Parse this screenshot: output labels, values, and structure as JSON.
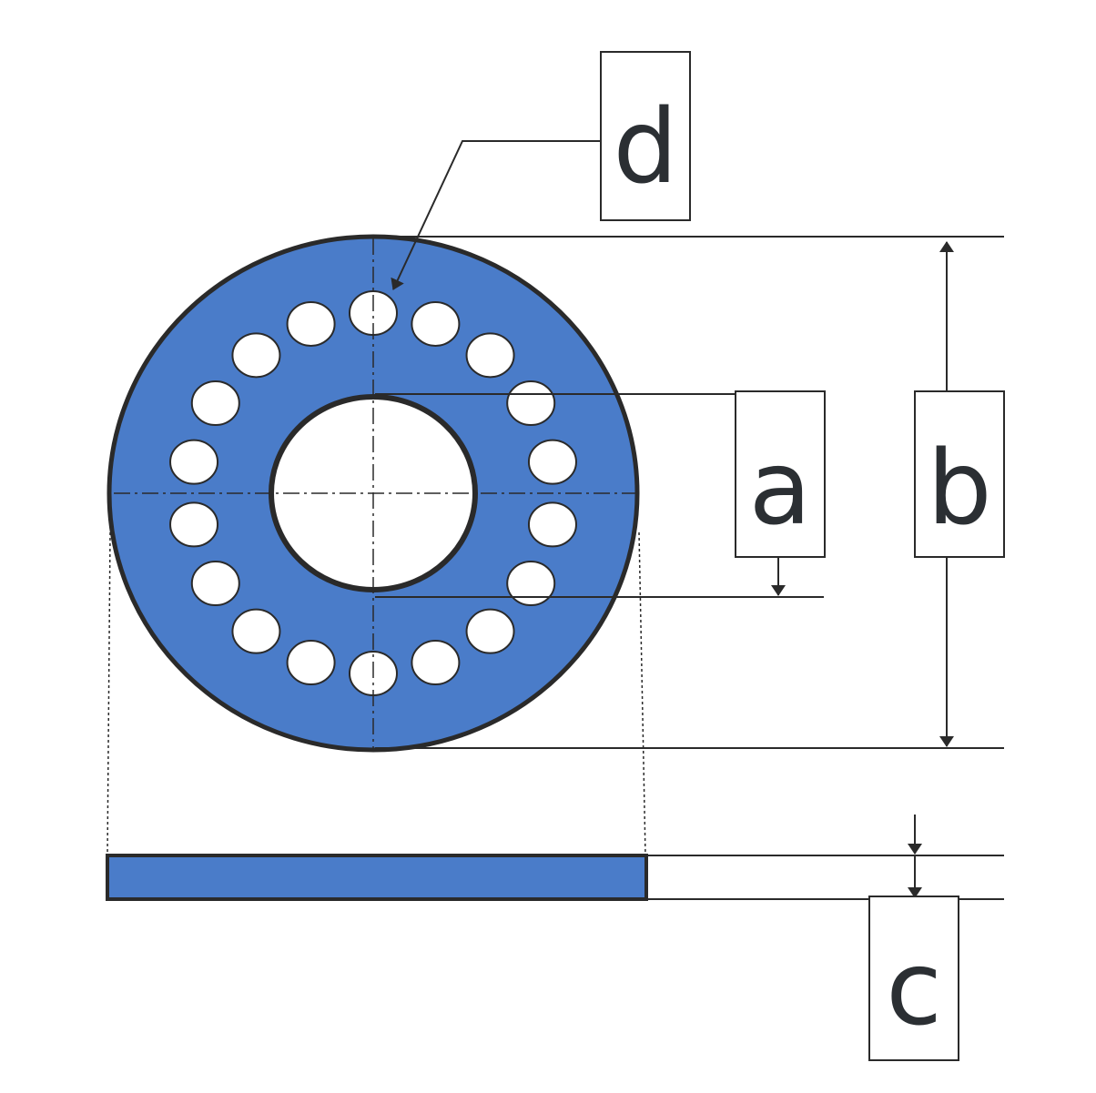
{
  "labels": {
    "a": "a",
    "b": "b",
    "c": "c",
    "d": "d"
  },
  "colors": {
    "fill": "#4a7cc9",
    "stroke": "#2a2a2a",
    "background": "#ffffff"
  }
}
